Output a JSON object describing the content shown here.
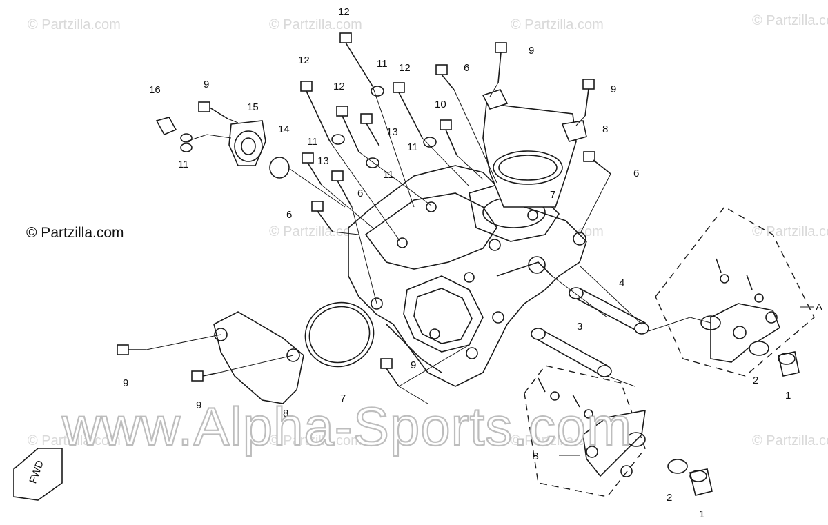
{
  "copyright": "© Partzilla.com",
  "watermark_small": "© Partzilla.com",
  "watermark_big": "www.Alpha-Sports.com",
  "fwd": "FWD",
  "labels": {
    "n1a": "1",
    "n1b": "1",
    "n2a": "2",
    "n2b": "2",
    "n3": "3",
    "n4": "4",
    "n6a": "6",
    "n6b": "6",
    "n6c": "6",
    "n6d": "6",
    "n7a": "7",
    "n7b": "7",
    "n8a": "8",
    "n8b": "8",
    "n9a": "9",
    "n9b": "9",
    "n9c": "9",
    "n9d": "9",
    "n9e": "9",
    "n9f": "9",
    "n10": "10",
    "n11a": "11",
    "n11b": "11",
    "n11c": "11",
    "n11d": "11",
    "n11e": "11",
    "n12a": "12",
    "n12b": "12",
    "n12c": "12",
    "n12d": "12",
    "n13a": "13",
    "n13b": "13",
    "n14": "14",
    "n15": "15",
    "n16": "16",
    "lA": "A",
    "lB": "B"
  },
  "colors": {
    "line": "#1a1a1a",
    "watermark": "#d9d9d9",
    "background": "#ffffff"
  }
}
